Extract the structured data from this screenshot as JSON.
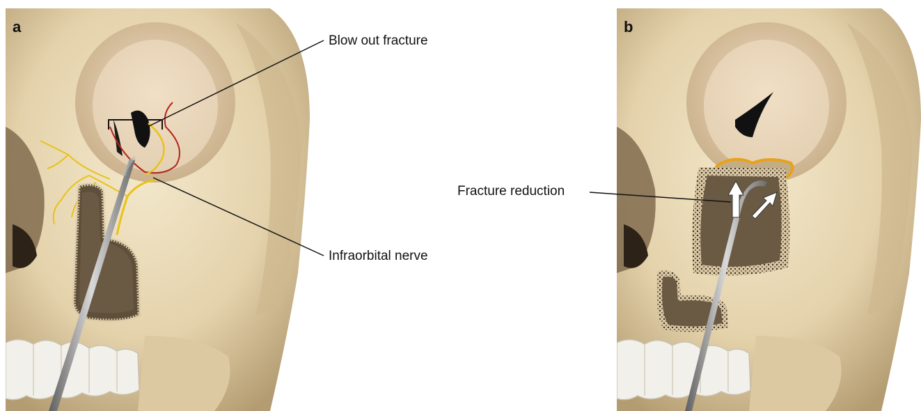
{
  "panels": [
    {
      "letter": "a"
    },
    {
      "letter": "b"
    }
  ],
  "labels": {
    "blow_out_fracture": "Blow out fracture",
    "infraorbital_nerve": "Infraorbital nerve",
    "fracture_reduction": "Fracture reduction"
  },
  "colors": {
    "bone": "#e9dcbc",
    "bone_shadow": "#b9a37a",
    "sinus": "#6b5a43",
    "nerve": "#e8c21a",
    "vessel": "#b0261c",
    "instrument": "#8c8c8c",
    "arrow": "#ffffff"
  }
}
